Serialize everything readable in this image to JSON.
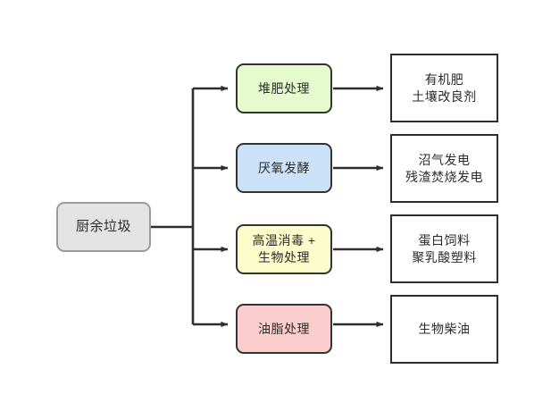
{
  "diagram": {
    "type": "flowchart",
    "orientation": "left-to-right",
    "background_color": "#ffffff",
    "edge_color": "#2e2e2e",
    "source": {
      "id": "kitchen-waste",
      "label": "厨余垃圾",
      "fill_color": "#e3e3e3",
      "border_color": "#9c9c9c",
      "shape": "rounded-rectangle"
    },
    "processes": [
      {
        "id": "composting",
        "label": "堆肥处理",
        "fill_color": "#e5fbcd",
        "border_color": "#333330",
        "shape": "rounded-rectangle"
      },
      {
        "id": "anaerobic-fermentation",
        "label": "厌氧发酵",
        "fill_color": "#cbe1f7",
        "border_color": "#333330",
        "shape": "rounded-rectangle"
      },
      {
        "id": "high-temp-biological",
        "label": "高温消毒 +\n生物处理",
        "fill_color": "#fdfccb",
        "border_color": "#333330",
        "shape": "rounded-rectangle"
      },
      {
        "id": "oil-treatment",
        "label": "油脂处理",
        "fill_color": "#fbcdcd",
        "border_color": "#333330",
        "shape": "rounded-rectangle"
      }
    ],
    "outputs": [
      {
        "id": "organic-fertilizer",
        "label": "有机肥\n土壤改良剂",
        "fill_color": "#ffffff",
        "border_color": "#2e2e2e",
        "shape": "rectangle"
      },
      {
        "id": "biogas-power",
        "label": "沼气发电\n残渣焚烧发电",
        "fill_color": "#ffffff",
        "border_color": "#2e2e2e",
        "shape": "rectangle"
      },
      {
        "id": "protein-feed-pla",
        "label": "蛋白饲料\n聚乳酸塑料",
        "fill_color": "#ffffff",
        "border_color": "#2e2e2e",
        "shape": "rectangle"
      },
      {
        "id": "biodiesel",
        "label": "生物柴油",
        "fill_color": "#ffffff",
        "border_color": "#2e2e2e",
        "shape": "rectangle"
      }
    ],
    "edges": [
      {
        "from": "kitchen-waste",
        "to": "composting",
        "style": "orthogonal-arrow"
      },
      {
        "from": "kitchen-waste",
        "to": "anaerobic-fermentation",
        "style": "orthogonal-arrow"
      },
      {
        "from": "kitchen-waste",
        "to": "high-temp-biological",
        "style": "orthogonal-arrow"
      },
      {
        "from": "kitchen-waste",
        "to": "oil-treatment",
        "style": "orthogonal-arrow"
      },
      {
        "from": "composting",
        "to": "organic-fertilizer",
        "style": "straight-arrow"
      },
      {
        "from": "anaerobic-fermentation",
        "to": "biogas-power",
        "style": "straight-arrow"
      },
      {
        "from": "high-temp-biological",
        "to": "protein-feed-pla",
        "style": "straight-arrow"
      },
      {
        "from": "oil-treatment",
        "to": "biodiesel",
        "style": "straight-arrow"
      }
    ]
  }
}
